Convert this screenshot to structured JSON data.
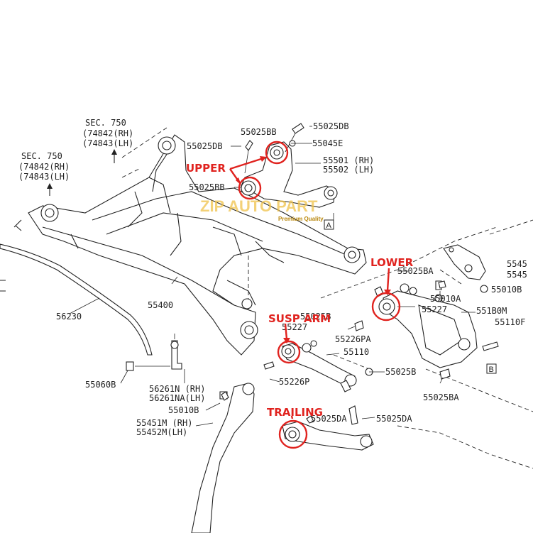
{
  "section_refs": [
    {
      "sec": "SEC. 750",
      "rh": "(74842(RH)",
      "lh": "(74843(LH)"
    },
    {
      "sec": "SEC. 750",
      "rh": "(74842(RH)",
      "lh": "(74843(LH)"
    }
  ],
  "part_labels": {
    "p55025DB_top": "55025DB",
    "p55025BB_1": "55025BB",
    "p55045E": "55045E",
    "p55025DB_left": "55025DB",
    "p55501": "55501 (RH)",
    "p55502": "55502 (LH)",
    "p55025BB_2": "55025BB",
    "p5545_1": "5545",
    "p5545_2": "5545",
    "p55025BA_1": "55025BA",
    "p55010A": "55010A",
    "p55010B_r": "55010B",
    "p55227_r": "55227",
    "p551B0M": "551B0M",
    "p55110F": "55110F",
    "p55400": "55400",
    "p56230": "56230",
    "p55025B_1": "55025B",
    "p55227_l": "55227",
    "p55226PA": "55226PA",
    "p55110": "55110",
    "p55025B_2": "55025B",
    "p55226P": "55226P",
    "p55060B": "55060B",
    "p56261N": "56261N (RH)",
    "p56261NA": "56261NA(LH)",
    "p55010B_l": "55010B",
    "p55451M": "55451M (RH)",
    "p55452M": "55452M(LH)",
    "p55025DA_1": "55025DA",
    "p55025DA_2": "55025DA",
    "p55025BA_2": "55025BA"
  },
  "ref_boxes": {
    "a": "A",
    "b": "B"
  },
  "callouts": {
    "upper": "UPPER",
    "lower": "LOWER",
    "susp_arm": "SUSP ARM",
    "trailing": "TRAILING"
  },
  "watermark": {
    "text": "ZIP AUTO PART",
    "sub": "Premium Quality"
  },
  "colors": {
    "callout": "#e0231f",
    "line": "#222222",
    "watermark": "#f0c24a"
  }
}
